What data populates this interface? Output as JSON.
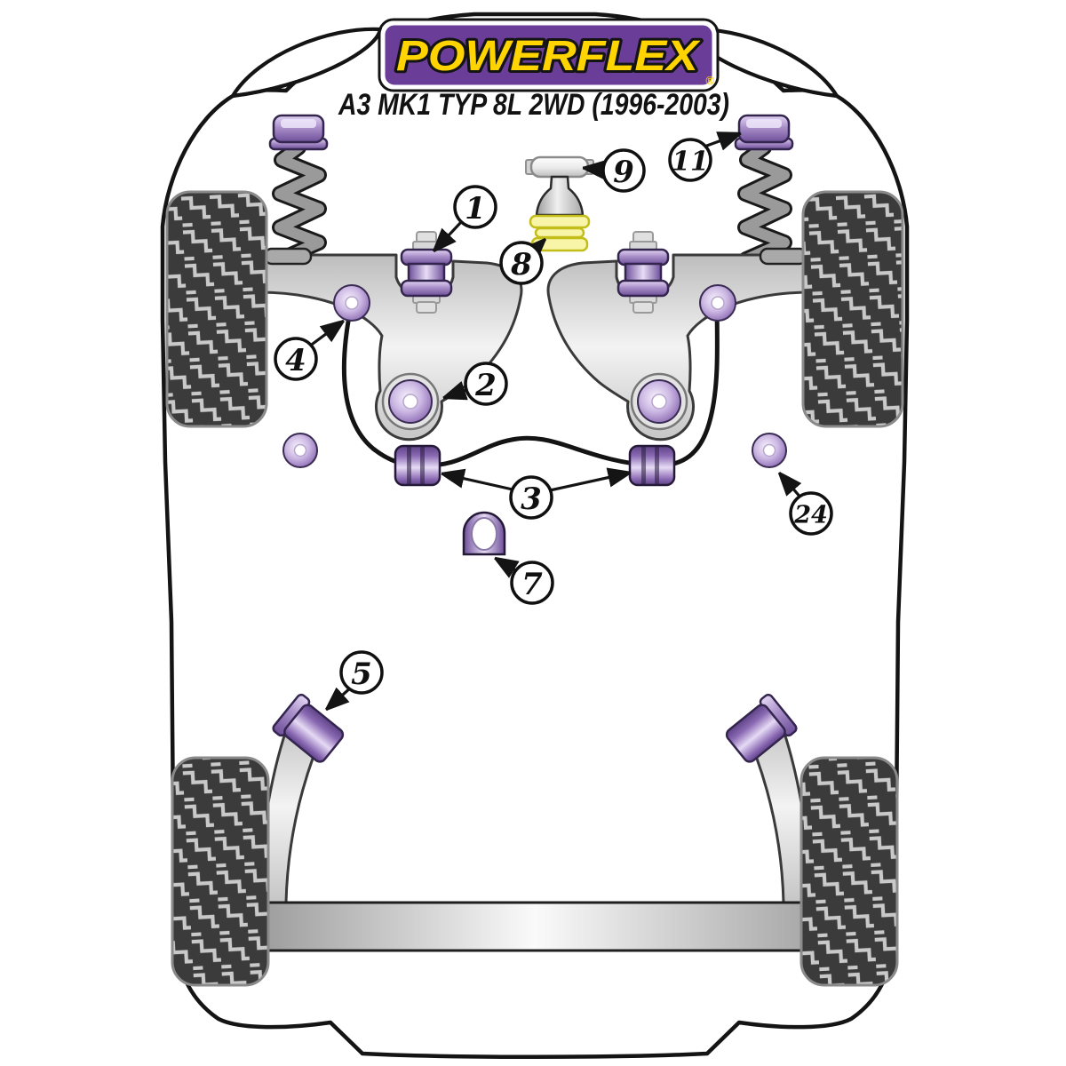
{
  "header": {
    "brand": "POWERFLEX",
    "registered": "®",
    "model": "A3 MK1 TYP 8L 2WD (1996-2003)"
  },
  "callouts": [
    {
      "number": "1"
    },
    {
      "number": "2"
    },
    {
      "number": "3"
    },
    {
      "number": "4"
    },
    {
      "number": "5"
    },
    {
      "number": "7"
    },
    {
      "number": "8"
    },
    {
      "number": "9"
    },
    {
      "number": "11"
    },
    {
      "number": "24"
    }
  ],
  "colors": {
    "logo_purple": "#6a3e98",
    "logo_yellow": "#ffd400",
    "title_black": "#121212",
    "outline_black": "#141414",
    "bushing_purple": "#9678bb",
    "washer_yellow": "#f8f5a8",
    "washer_edge": "#c3bd1a",
    "tire_dark": "#3b3b3b",
    "tread_light": "#c9c9c9"
  }
}
